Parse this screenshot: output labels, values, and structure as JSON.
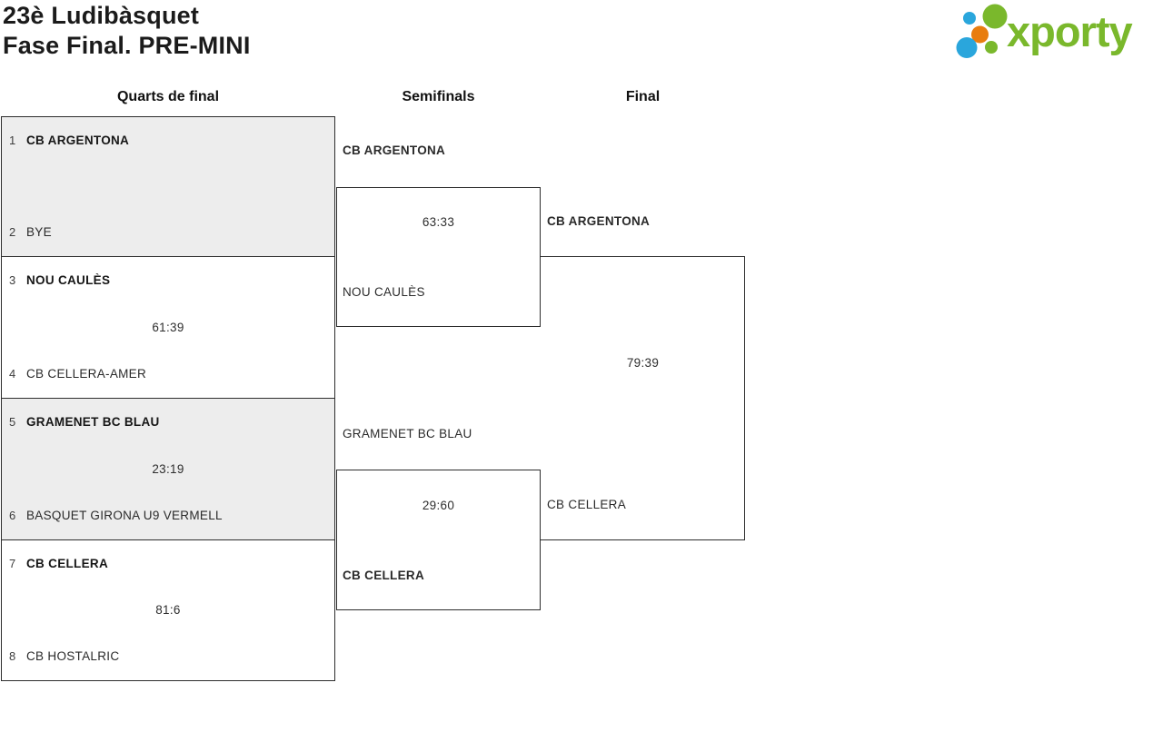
{
  "header": {
    "title_line1": "23è Ludibàsquet",
    "title_line2": "Fase Final. PRE-MINI"
  },
  "logo": {
    "wordmark": "xporty",
    "green": "#7ab82c",
    "blue": "#2aa6dc",
    "orange": "#e87d0f"
  },
  "round_headers": {
    "quarterfinals": "Quarts de final",
    "semifinals": "Semifinals",
    "final": "Final"
  },
  "bracket": {
    "quarterfinals": [
      {
        "seed_top": "1",
        "team_top": "CB ARGENTONA",
        "score": "",
        "seed_bottom": "2",
        "team_bottom": "BYE"
      },
      {
        "seed_top": "3",
        "team_top": "NOU CAULÈS",
        "score": "61:39",
        "seed_bottom": "4",
        "team_bottom": "CB CELLERA-AMER"
      },
      {
        "seed_top": "5",
        "team_top": "GRAMENET BC BLAU",
        "score": "23:19",
        "seed_bottom": "6",
        "team_bottom": "BASQUET GIRONA U9 VERMELL"
      },
      {
        "seed_top": "7",
        "team_top": "CB CELLERA",
        "score": "81:6",
        "seed_bottom": "8",
        "team_bottom": "CB HOSTALRIC"
      }
    ],
    "semifinals": [
      {
        "team_top": "CB ARGENTONA",
        "score": "63:33",
        "team_bottom": "NOU CAULÈS"
      },
      {
        "team_top": "GRAMENET BC BLAU",
        "score": "29:60",
        "team_bottom": "CB CELLERA"
      }
    ],
    "final": {
      "team_top": "CB ARGENTONA",
      "score": "79:39",
      "team_bottom": "CB CELLERA"
    }
  }
}
